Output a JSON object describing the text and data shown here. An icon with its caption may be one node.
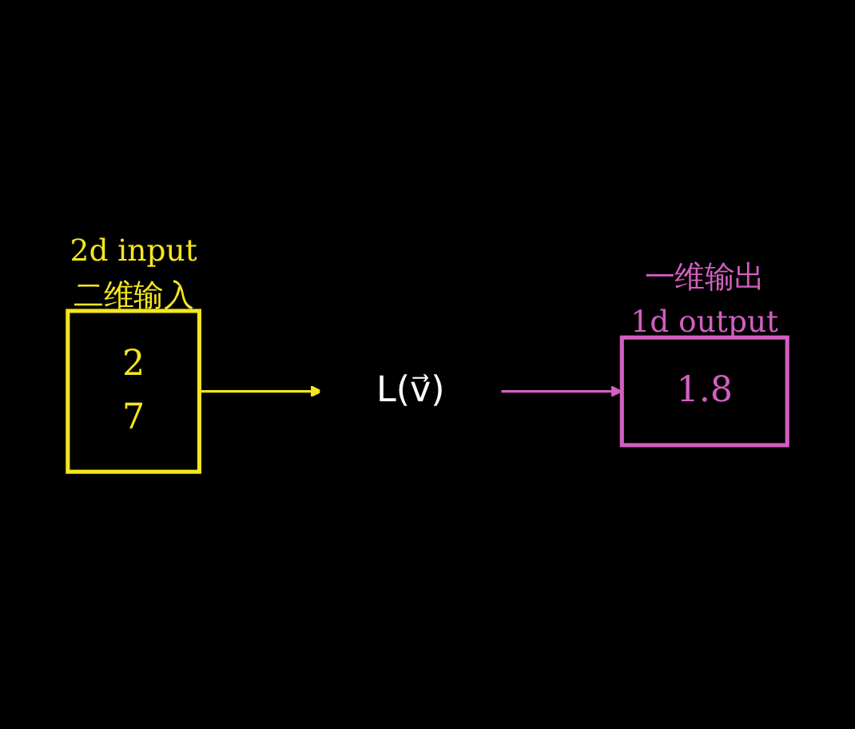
{
  "diagram": {
    "nodes": [
      {
        "text": [
          "2",
          "7"
        ],
        "beside": [
          "2d input",
          "二维输入"
        ]
      },
      {
        "text": [
          "L(v⃗)"
        ]
      },
      {
        "text": [
          "1.8"
        ],
        "beside": [
          "一维输出",
          "1d output"
        ]
      }
    ],
    "edges": [
      {
        "from": 0,
        "to": 1,
        "arrow": "to",
        "color": "#f5e61e"
      },
      {
        "from": 1,
        "to": 2,
        "arrow": "to",
        "color": "#d35fc0"
      }
    ]
  }
}
